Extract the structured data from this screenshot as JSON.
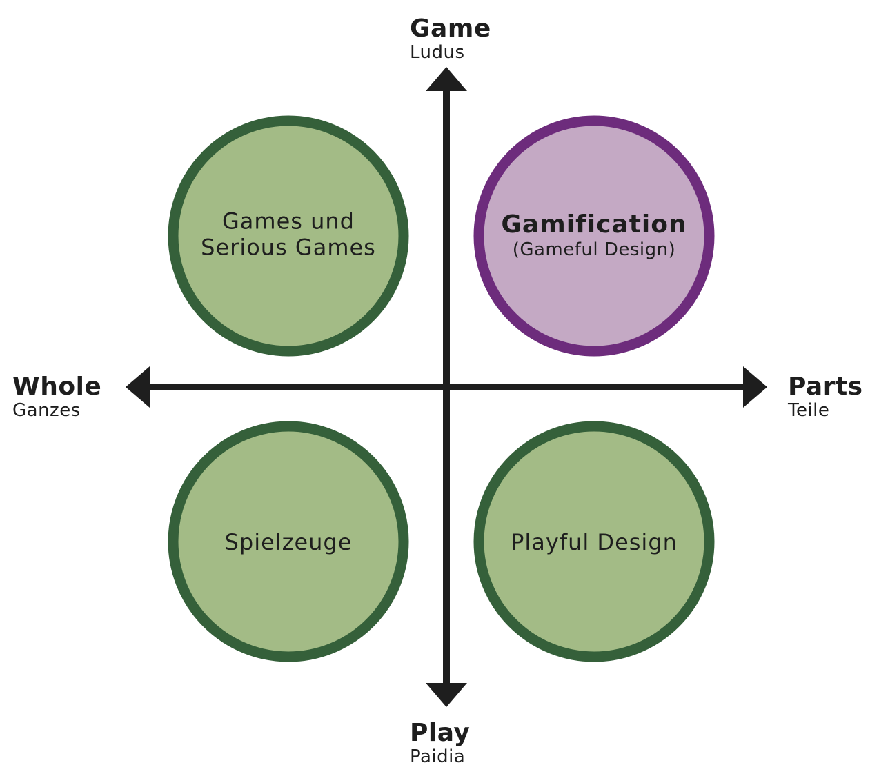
{
  "colors": {
    "axis": "#1e1e1e",
    "green_fill": "#a3bb86",
    "green_stroke": "#35603a",
    "purple_fill": "#c4a9c4",
    "purple_stroke": "#6d2c7c"
  },
  "axes": {
    "top": {
      "main": "Game",
      "sub": "Ludus"
    },
    "bottom": {
      "main": "Play",
      "sub": "Paidia"
    },
    "left": {
      "main": "Whole",
      "sub": "Ganzes"
    },
    "right": {
      "main": "Parts",
      "sub": "Teile"
    }
  },
  "quadrants": {
    "top_left": {
      "line1": "Games und",
      "line2": "Serious Games"
    },
    "top_right": {
      "title": "Gamification",
      "subtitle": "(Gameful Design)"
    },
    "bottom_left": {
      "label": "Spielzeuge"
    },
    "bottom_right": {
      "label": "Playful Design"
    }
  }
}
